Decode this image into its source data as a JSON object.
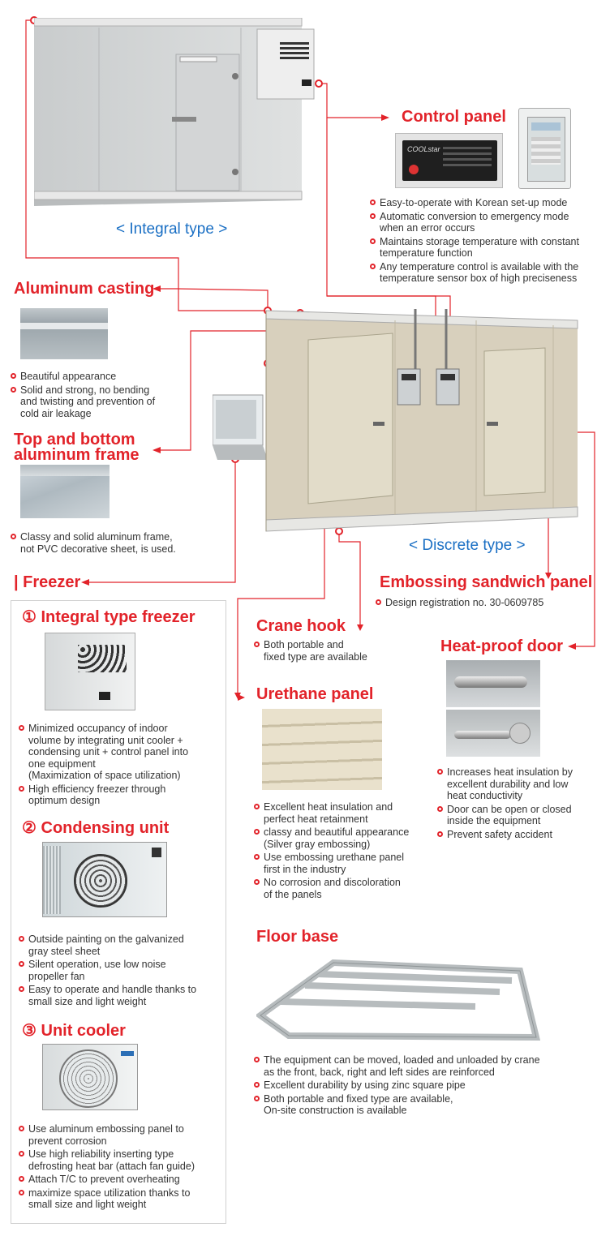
{
  "integral": {
    "caption": "< Integral type >"
  },
  "discrete": {
    "caption": "< Discrete type >"
  },
  "control_panel": {
    "title": "Control panel",
    "bullets": [
      "Easy-to-operate with Korean set-up mode",
      "Automatic conversion to emergency mode\nwhen an error occurs",
      "Maintains storage temperature with constant\ntemperature function",
      "Any temperature control is available with the\ntemperature sensor box of high preciseness"
    ]
  },
  "aluminum_casting": {
    "title": "Aluminum casting",
    "bullets": [
      "Beautiful appearance",
      "Solid and strong, no bending\nand twisting and prevention of\ncold air leakage"
    ]
  },
  "frame": {
    "title_line1": "Top and bottom",
    "title_line2": "aluminum frame",
    "bullets": [
      "Classy and solid aluminum frame,\nnot PVC decorative sheet, is used."
    ]
  },
  "freezer": {
    "title": "| Freezer",
    "sections": [
      {
        "num": "①",
        "title": "Integral type freezer",
        "bullets": [
          "Minimized occupancy of indoor\nvolume  by integrating unit cooler +\ncondensing unit + control panel into\none equipment\n(Maximization of space utilization)",
          "High efficiency freezer through\noptimum design"
        ]
      },
      {
        "num": "②",
        "title": "Condensing unit",
        "bullets": [
          "Outside painting on the galvanized\ngray steel sheet",
          "Silent operation, use low noise\npropeller fan",
          "Easy to operate and handle thanks to\nsmall size and light weight"
        ]
      },
      {
        "num": "③",
        "title": "Unit cooler",
        "bullets": [
          "Use aluminum embossing panel to\nprevent corrosion",
          "Use high reliability inserting type\ndefrosting heat bar (attach fan guide)",
          "Attach T/C to prevent overheating",
          "maximize space utilization thanks to\nsmall size and light weight"
        ]
      }
    ]
  },
  "embossing": {
    "title": "Embossing sandwich panel",
    "bullets": [
      "Design registration no. 30-0609785"
    ]
  },
  "crane_hook": {
    "title": "Crane hook",
    "bullets": [
      "Both portable and\nfixed type are available"
    ]
  },
  "heat_door": {
    "title": "Heat-proof door",
    "bullets": [
      "Increases heat insulation by\nexcellent durability and low\nheat conductivity",
      "Door can be open or closed\ninside the equipment",
      "Prevent safety accident"
    ]
  },
  "urethane": {
    "title": "Urethane panel",
    "bullets": [
      "Excellent heat insulation and\nperfect heat retainment",
      "classy and beautiful appearance\n(Silver gray embossing)",
      "Use embossing urethane panel\nfirst in the industry",
      "No corrosion and discoloration\nof the panels"
    ]
  },
  "floor_base": {
    "title": "Floor base",
    "bullets": [
      "The equipment can be moved, loaded and unloaded by crane\nas the front, back, right and left sides are reinforced",
      "Excellent durability by using zinc square pipe",
      "Both portable and fixed type are available,\nOn-site construction is available"
    ]
  },
  "controller_screen": {
    "brand": "COOLstar"
  },
  "colors": {
    "accent": "#e2232a",
    "caption": "#1a6fc4",
    "line": "#e2232a"
  }
}
